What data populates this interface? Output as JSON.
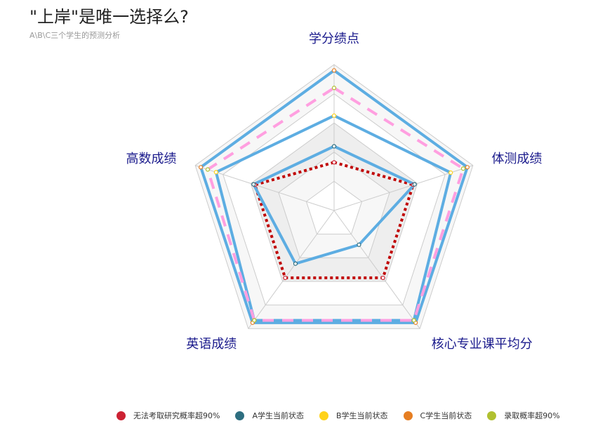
{
  "header": {
    "title": "\"上岸\"是唯一选择么?",
    "subtitle": "A\\B\\C三个学生的预测分析"
  },
  "colors": {
    "indicator_text": "#1a1a8c",
    "split_area": [
      "#ffffff",
      "#f7f7f7",
      "#eeeeee",
      "#ffffff",
      "#f7f7f7"
    ],
    "grid_line": "#cccccc"
  },
  "chart_data": {
    "type": "radar",
    "title": "\"上岸\"是唯一选择么?",
    "subtitle": "A\\B\\C三个学生的预测分析",
    "indicators": [
      "学分绩点",
      "体测成绩",
      "核心专业课平均分",
      "英语成绩",
      "高数成绩"
    ],
    "max": 100,
    "split_number": 5,
    "series": [
      {
        "name": "无法考取研究概率超90%",
        "values": [
          33,
          57,
          57,
          57,
          57
        ],
        "line_color": "#c00000",
        "line_style": "dotted",
        "marker_color": "#cc2233"
      },
      {
        "name": "A学生当前状态",
        "values": [
          44,
          58,
          29,
          45,
          58
        ],
        "line_color": "#5dade2",
        "line_style": "solid",
        "marker_color": "#2e6e80"
      },
      {
        "name": "B学生当前状态",
        "values": [
          65,
          84,
          93,
          93,
          85
        ],
        "line_color": "#5dade2",
        "line_style": "solid",
        "marker_color": "#ffd21a"
      },
      {
        "name": "C学生当前状态",
        "values": [
          96,
          96,
          95,
          95,
          96
        ],
        "line_color": "#5dade2",
        "line_style": "solid",
        "marker_color": "#e67e22"
      },
      {
        "name": "录取概率超90%",
        "values": [
          84,
          93,
          93,
          93,
          91
        ],
        "line_color": "#ff9fe0",
        "line_style": "dashed",
        "marker_color": "#b0c030"
      }
    ],
    "legend_position": "bottom-right"
  },
  "legend": {
    "items": [
      {
        "label": "无法考取研究概率超90%",
        "color": "#cc2233"
      },
      {
        "label": "A学生当前状态",
        "color": "#2e6e80"
      },
      {
        "label": "B学生当前状态",
        "color": "#ffd21a"
      },
      {
        "label": "C学生当前状态",
        "color": "#e67e22"
      },
      {
        "label": "录取概率超90%",
        "color": "#b0c030"
      }
    ]
  }
}
